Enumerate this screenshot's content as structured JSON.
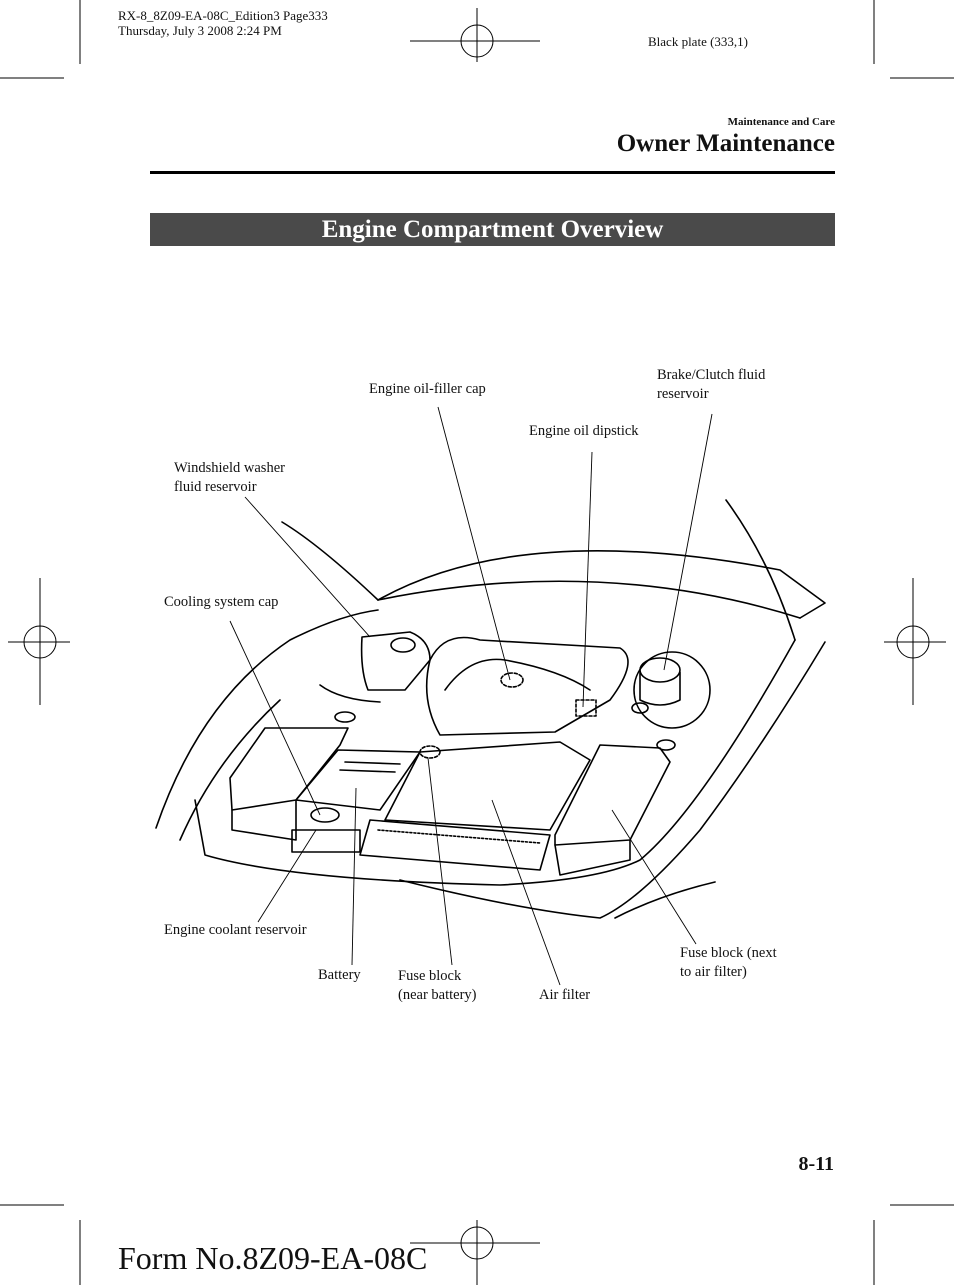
{
  "header": {
    "print_info_line1": "RX-8_8Z09-EA-08C_Edition3 Page333",
    "print_info_line2": "Thursday, July 3 2008 2:24 PM",
    "plate": "Black plate (333,1)"
  },
  "section": "Maintenance and Care",
  "chapter": "Owner Maintenance",
  "banner_title": "Engine Compartment Overview",
  "labels": {
    "brake_clutch_1": "Brake/Clutch fluid",
    "brake_clutch_2": "reservoir",
    "oil_filler_cap": "Engine oil-filler cap",
    "oil_dipstick": "Engine oil dipstick",
    "washer_1": "Windshield washer",
    "washer_2": "fluid reservoir",
    "cooling_cap": "Cooling system cap",
    "coolant_reservoir": "Engine coolant reservoir",
    "battery": "Battery",
    "fuse_near_1": "Fuse block",
    "fuse_near_2": "(near battery)",
    "air_filter": "Air filter",
    "fuse_next_1": "Fuse block (next",
    "fuse_next_2": "to air filter)"
  },
  "page_number": "8-11",
  "form_number": "Form No.8Z09-EA-08C"
}
